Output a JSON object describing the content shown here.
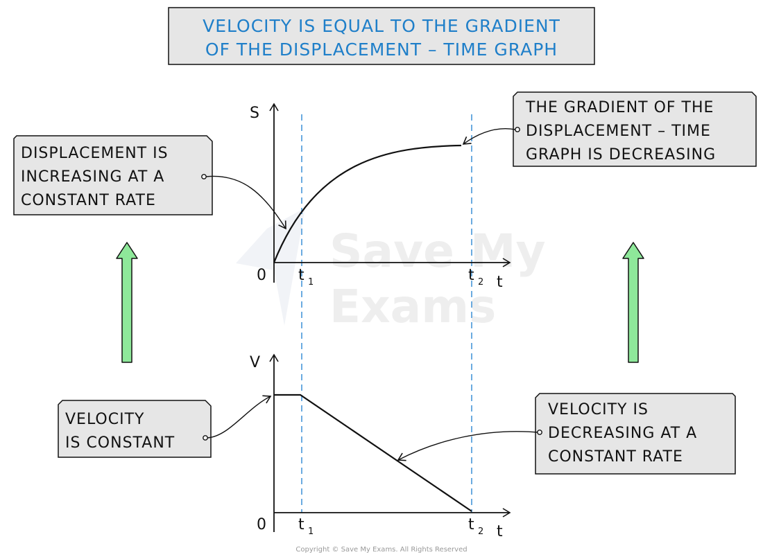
{
  "title": {
    "line1": "VELOCITY IS EQUAL TO THE GRADIENT",
    "line2": "OF THE DISPLACEMENT – TIME GRAPH"
  },
  "watermark": {
    "line1": "Save My",
    "line2": "Exams"
  },
  "displacement_graph": {
    "y_axis_label": "S",
    "x_axis_label": "t",
    "origin_label": "0",
    "t1_label": "t",
    "t1_sub": "1",
    "t2_label": "t",
    "t2_sub": "2"
  },
  "velocity_graph": {
    "y_axis_label": "V",
    "x_axis_label": "t",
    "origin_label": "0",
    "t1_label": "t",
    "t1_sub": "1",
    "t2_label": "t",
    "t2_sub": "2"
  },
  "callouts": {
    "displacement_constant": {
      "line1": "DISPLACEMENT IS",
      "line2": "INCREASING AT A",
      "line3": "CONSTANT RATE"
    },
    "gradient_decreasing": {
      "line1": "THE GRADIENT OF THE",
      "line2": "DISPLACEMENT – TIME",
      "line3": "GRAPH IS DECREASING"
    },
    "velocity_constant": {
      "line1": "VELOCITY",
      "line2": "IS CONSTANT"
    },
    "velocity_decreasing": {
      "line1": "VELOCITY IS",
      "line2": "DECREASING AT A",
      "line3": "CONSTANT RATE"
    }
  },
  "copyright": "Copyright © Save My Exams. All Rights Reserved",
  "colors": {
    "title_text": "#1f7fc9",
    "box_fill": "#e6e6e6",
    "dashed_line": "#3a8fd6",
    "arrow_fill": "#8ee89a",
    "ink": "#111111",
    "watermark": "#eeeeee"
  }
}
